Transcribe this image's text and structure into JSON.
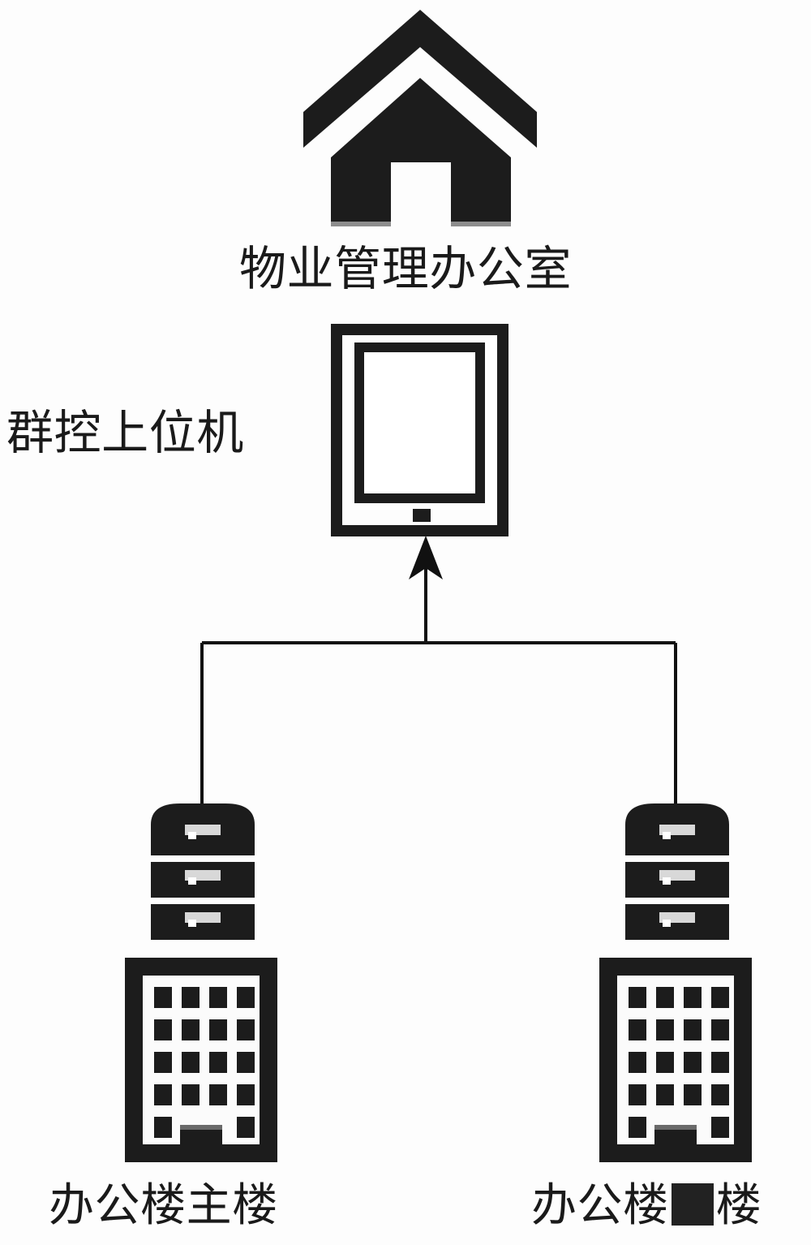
{
  "diagram": {
    "type": "system-architecture",
    "title_nodes": {
      "office": "物业管理办公室",
      "host": "群控上位机",
      "building_main": "办公楼主楼",
      "building_second_prefix": "办公楼",
      "building_second_suffix": "楼",
      "building_second_full": "办公楼■楼"
    },
    "nodes": [
      {
        "id": "property-management-office",
        "icon": "house-icon",
        "label": "物业管理办公室",
        "position": "top-center"
      },
      {
        "id": "group-control-host",
        "icon": "tablet-icon",
        "label": "群控上位机",
        "position": "upper-center",
        "label_position": "left"
      },
      {
        "id": "server-left",
        "icon": "server-rack-icon",
        "label": "",
        "position": "middle-left"
      },
      {
        "id": "server-right",
        "icon": "server-rack-icon",
        "label": "",
        "position": "middle-right"
      },
      {
        "id": "office-building-main",
        "icon": "office-building-icon",
        "label": "办公楼主楼",
        "position": "bottom-left"
      },
      {
        "id": "office-building-second",
        "icon": "office-building-icon",
        "label": "办公楼■楼",
        "position": "bottom-right"
      }
    ],
    "connections": [
      {
        "from": "server-bus",
        "to": "group-control-host",
        "style": "arrow-up"
      },
      {
        "from": "server-left",
        "to": "server-bus",
        "style": "line"
      },
      {
        "from": "server-right",
        "to": "server-bus",
        "style": "line"
      }
    ],
    "colors": {
      "ink": "#1a1a1a",
      "line": "#111111",
      "paper": "#fdfdfd",
      "icon_fill": "#1c1c1c",
      "icon_light": "#d8d8d8"
    }
  }
}
